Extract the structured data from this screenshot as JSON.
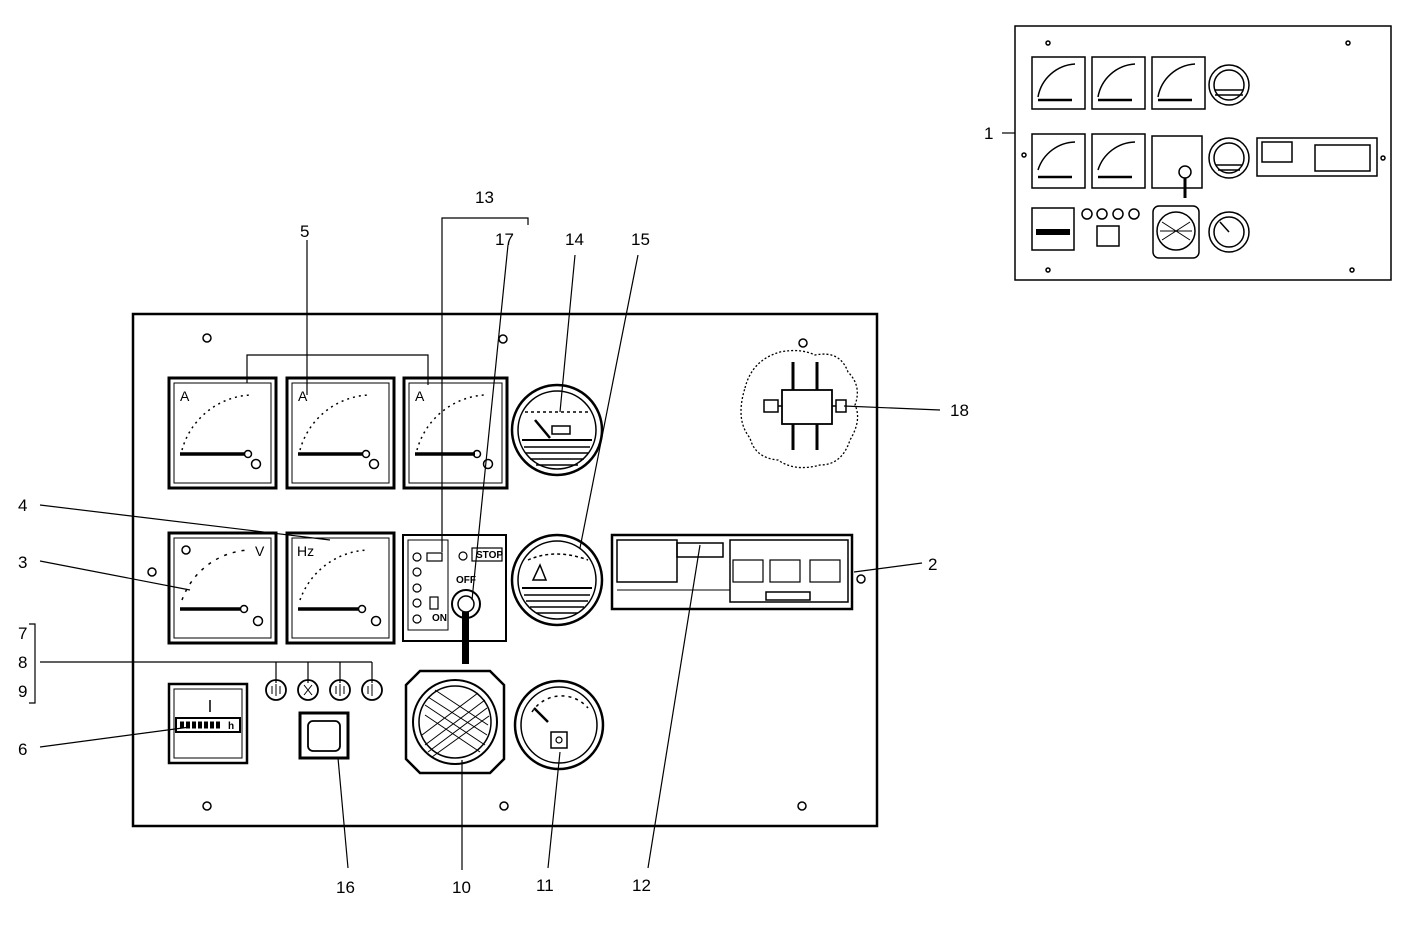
{
  "callouts": {
    "c1": "1",
    "c2": "2",
    "c3": "3",
    "c4": "4",
    "c5": "5",
    "c6": "6",
    "c7": "7",
    "c8": "8",
    "c9": "9",
    "c10": "10",
    "c11": "11",
    "c12": "12",
    "c13": "13",
    "c14": "14",
    "c15": "15",
    "c16": "16",
    "c17": "17",
    "c18": "18"
  },
  "meters": {
    "ammeter_1": "A",
    "ammeter_2": "A",
    "ammeter_3": "A",
    "voltmeter": "V",
    "frequency": "Hz"
  },
  "key_switch": {
    "stop": "STOP",
    "off": "OFF",
    "on": "ON"
  },
  "hour_counter": {
    "unit": "h"
  },
  "icons": [
    "panel-overview-icon",
    "ammeter-icon",
    "voltmeter-icon",
    "frequency-meter-icon",
    "hour-counter-icon",
    "warning-lamp-icon",
    "push-button-icon",
    "horn-grille-icon",
    "fuel-gauge-icon",
    "oil-pressure-gauge-icon",
    "temperature-gauge-icon",
    "ignition-key-icon",
    "circuit-breaker-icon",
    "terminal-block-icon"
  ]
}
